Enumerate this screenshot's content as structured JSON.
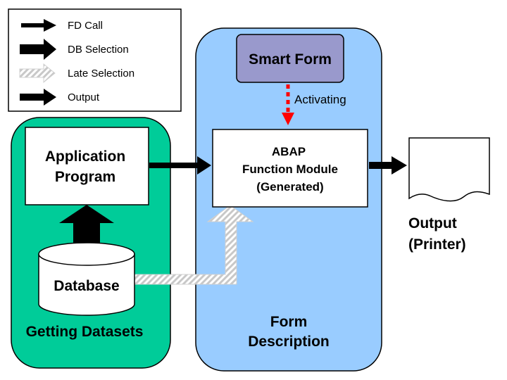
{
  "colors": {
    "background": "#ffffff",
    "getting_panel": "#00cc99",
    "form_panel": "#99ccff",
    "smart_form_box": "#9999cc",
    "activating_arrow": "#ff0000",
    "arrow": "#000000",
    "late_arrow": "#cccccc",
    "box_fill": "#ffffff",
    "outline": "#000000"
  },
  "legend": {
    "items": [
      {
        "label": "FD Call",
        "icon": "thin-black-arrow"
      },
      {
        "label": "DB Selection",
        "icon": "thick-black-arrow"
      },
      {
        "label": "Late Selection",
        "icon": "hatched-grey-arrow"
      },
      {
        "label": "Output",
        "icon": "medium-black-arrow"
      }
    ]
  },
  "panels": {
    "getting": {
      "label": "Getting Datasets"
    },
    "form": {
      "label_line1": "Form",
      "label_line2": "Description"
    }
  },
  "nodes": {
    "application": {
      "line1": "Application",
      "line2": "Program"
    },
    "database": {
      "label": "Database"
    },
    "smart_form": {
      "label": "Smart Form"
    },
    "abap": {
      "line1": "ABAP",
      "line2": "Function Module",
      "line3": "(Generated)"
    },
    "output_doc": {
      "line1": "Output",
      "line2": "(Printer)"
    }
  },
  "edges": {
    "activating": {
      "label": "Activating"
    }
  }
}
